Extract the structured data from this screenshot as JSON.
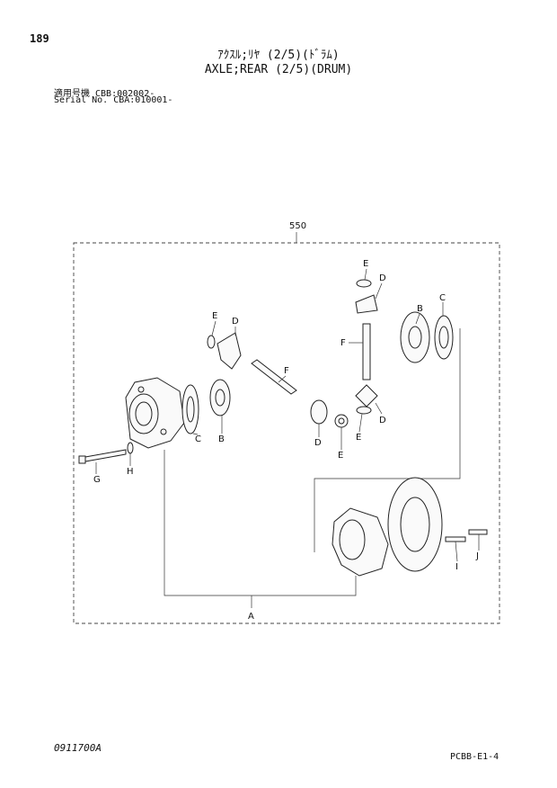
{
  "header": {
    "page_number": "189",
    "title_jp": "ｱｸｽﾙ;ﾘﾔ (2/5)(ﾄﾞﾗﾑ)",
    "title_en": "AXLE;REAR (2/5)(DRUM)",
    "serial_line_jp": "適用号機  CBB:002002-",
    "serial_line_en": "Serial No. CBA:010001-"
  },
  "diagram": {
    "assembly_label": "550",
    "part_labels": {
      "A": "A",
      "B": "B",
      "C": "C",
      "D": "D",
      "E": "E",
      "F": "F",
      "G": "G",
      "H": "H",
      "I": "I",
      "J": "J"
    }
  },
  "footer": {
    "drawing_code": "0911700A",
    "page_code": "PCBB-E1-4"
  }
}
